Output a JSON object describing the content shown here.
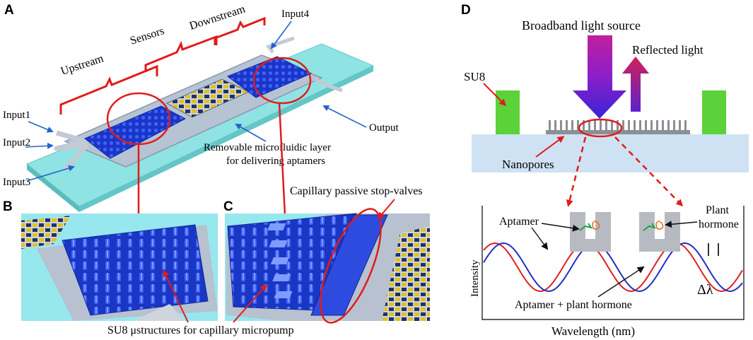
{
  "panels": {
    "a": "A",
    "b": "B",
    "c": "C",
    "d": "D"
  },
  "panel_a": {
    "section_labels": [
      "Upstream",
      "Sensors",
      "Downstream"
    ],
    "inputs": [
      "Input1",
      "Input2",
      "Input3",
      "Input4"
    ],
    "output": "Output",
    "layer_label_line1": "Removable microfluidic layer",
    "layer_label_line2": "for delivering aptamers"
  },
  "panel_bc": {
    "valves_label": "Capillary passive stop-valves",
    "micropump_label": "SU8 μstructures for capillary micropump"
  },
  "panel_d": {
    "light_source": "Broadband light source",
    "reflected": "Reflected light",
    "su8": "SU8",
    "nanopores": "Nanopores",
    "aptamer": "Aptamer",
    "plant_hormone_line1": "Plant",
    "plant_hormone_line2": "hormone",
    "ylabel": "Intensity",
    "xlabel": "Wavelength (nm)",
    "combo": "Aptamer + plant hormone",
    "delta": "Δλ"
  },
  "colors": {
    "substrate": "#8fe3e3",
    "pillar": "#1f3fd8",
    "sensor_yellow": "#e3c21a",
    "arrow_red": "#e11b1b",
    "arrow_blue": "#2563c9",
    "su8_green": "#5bd23a",
    "wave_red": "#e02020",
    "wave_blue": "#2030c0"
  }
}
